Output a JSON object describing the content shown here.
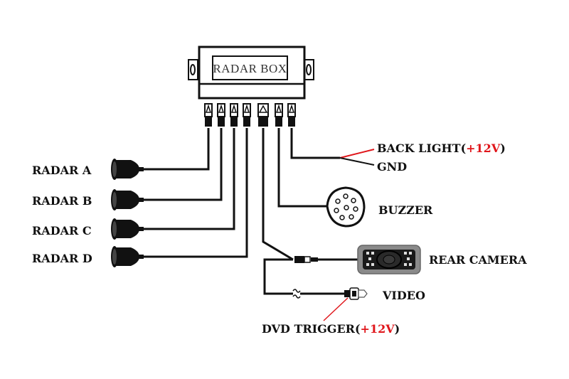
{
  "radar_box": {
    "label": "RADAR BOX"
  },
  "sensors": [
    {
      "label": "RADAR A"
    },
    {
      "label": "RADAR B"
    },
    {
      "label": "RADAR C"
    },
    {
      "label": "RADAR D"
    }
  ],
  "back_light": {
    "label": "BACK LIGHT(",
    "voltage": "+12V",
    "close": ")"
  },
  "gnd": {
    "label": "GND"
  },
  "buzzer": {
    "label": "BUZZER"
  },
  "rear_camera": {
    "label": "REAR CAMERA"
  },
  "video": {
    "label": "VIDEO"
  },
  "dvd_trigger": {
    "label": "DVD TRIGGER(",
    "voltage": "+12V",
    "close": ")"
  },
  "colors": {
    "wire": "#111111",
    "accent_red": "#e0161b",
    "camera_body": "#8a8a8a"
  }
}
